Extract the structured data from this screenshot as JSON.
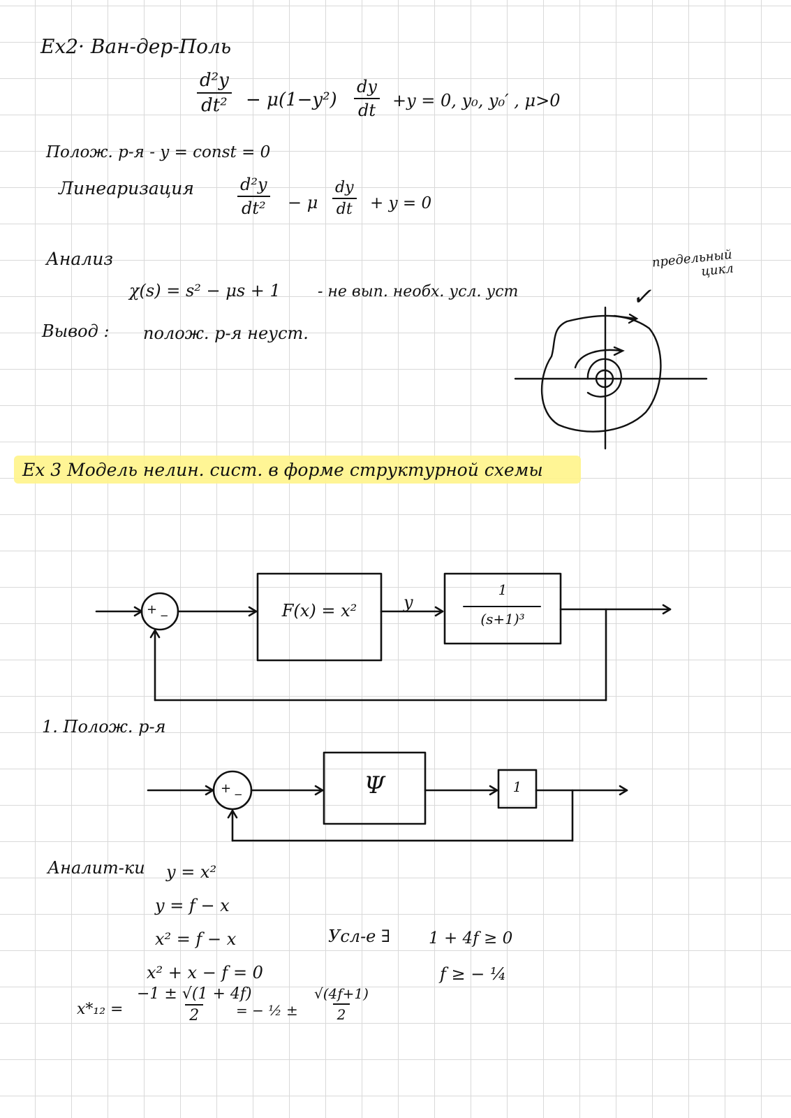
{
  "ex2": {
    "heading": "Ex2· Ван-дер-Поль",
    "eq_d2y": "d²y",
    "eq_dt2": "dt²",
    "eq_mid": "− μ(1−y²)",
    "eq_dy": "dy",
    "eq_dt": "dt",
    "eq_tail": "+y = 0,   y₀, y₀′   ,  μ>0",
    "equilibrium": "Полож. р-я  -  y = const = 0",
    "linearization_label": "Линеаризация",
    "lin_d2y": "d²y",
    "lin_dt2": "dt²",
    "lin_mid": "− μ",
    "lin_dy": "dy",
    "lin_dt": "dt",
    "lin_tail": "+ y = 0",
    "analysis_label": "Анализ",
    "char_poly": "χ(s) = s² − μs + 1",
    "char_note": "- не вып. необх. усл. уст",
    "conclusion_label": "Вывод :",
    "conclusion": "полож. р-я неуст.",
    "limit_cycle": "предельный цикл",
    "limit_cycle_mark": "✓"
  },
  "ex3": {
    "heading": "Ex 3  Модель нелин. сист. в форме структурной схемы",
    "diagram1": {
      "sum_label": "+ _",
      "block1": "F(x) = x²",
      "signal_y": "y",
      "block2_num": "1",
      "block2_den": "(s+1)³"
    },
    "item1": "1.  Полож. р-я",
    "diagram2": {
      "sum_label": "+ _",
      "block1": "Ψ",
      "block2": "1"
    },
    "analytics_label": "Аналит-ки",
    "lines": [
      "y = x²",
      "y = f − x",
      "x² = f − x",
      "x² + x − f = 0"
    ],
    "x12": "x*₁₂ =",
    "root_num": "−1 ± √(1 + 4f)",
    "root_den": "2",
    "root_eq": "= − ½ ±",
    "root2_num": "√(4f+1)",
    "root2_den": "2",
    "condition_label": "Усл-е  ∃",
    "condition1": "1 + 4f ≥ 0",
    "condition2": "f ≥ − ¼"
  }
}
